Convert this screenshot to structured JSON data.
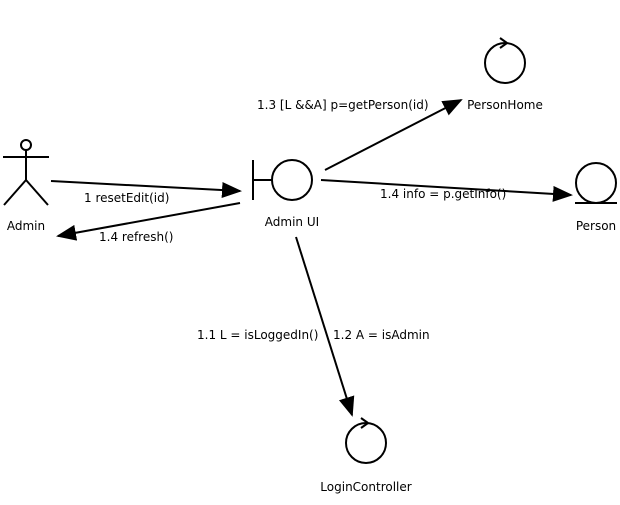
{
  "nodes": {
    "admin": {
      "label": "Admin",
      "kind": "actor"
    },
    "admin_ui": {
      "label": "Admin UI",
      "kind": "boundary"
    },
    "person_home": {
      "label": "PersonHome",
      "kind": "control"
    },
    "person": {
      "label": "Person",
      "kind": "entity"
    },
    "login_controller": {
      "label": "LoginController",
      "kind": "control"
    }
  },
  "messages": {
    "reset_edit": "1 resetEdit(id)",
    "refresh": "1.4 refresh()",
    "get_person": "1.3 [L &&A] p=getPerson(id)",
    "get_info": "1.4 info = p.getInfo()",
    "is_logged_in": "1.1 L = isLoggedIn()",
    "is_admin": "1.2 A = isAdmin"
  },
  "colors": {
    "stroke": "#000000",
    "background": "#ffffff"
  }
}
